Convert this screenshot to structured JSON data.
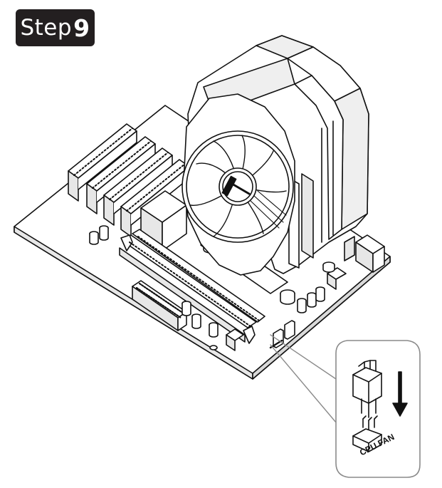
{
  "badge": {
    "word": "Step",
    "number": "9"
  },
  "brand_mark": {
    "icon": "brand-logo-icon"
  },
  "callout": {
    "label": "CPU FAN"
  },
  "colors": {
    "badge_bg": "#231f20",
    "line": "#111111",
    "shade": "#e7e7e7",
    "callout_line": "#8a8a8a"
  }
}
